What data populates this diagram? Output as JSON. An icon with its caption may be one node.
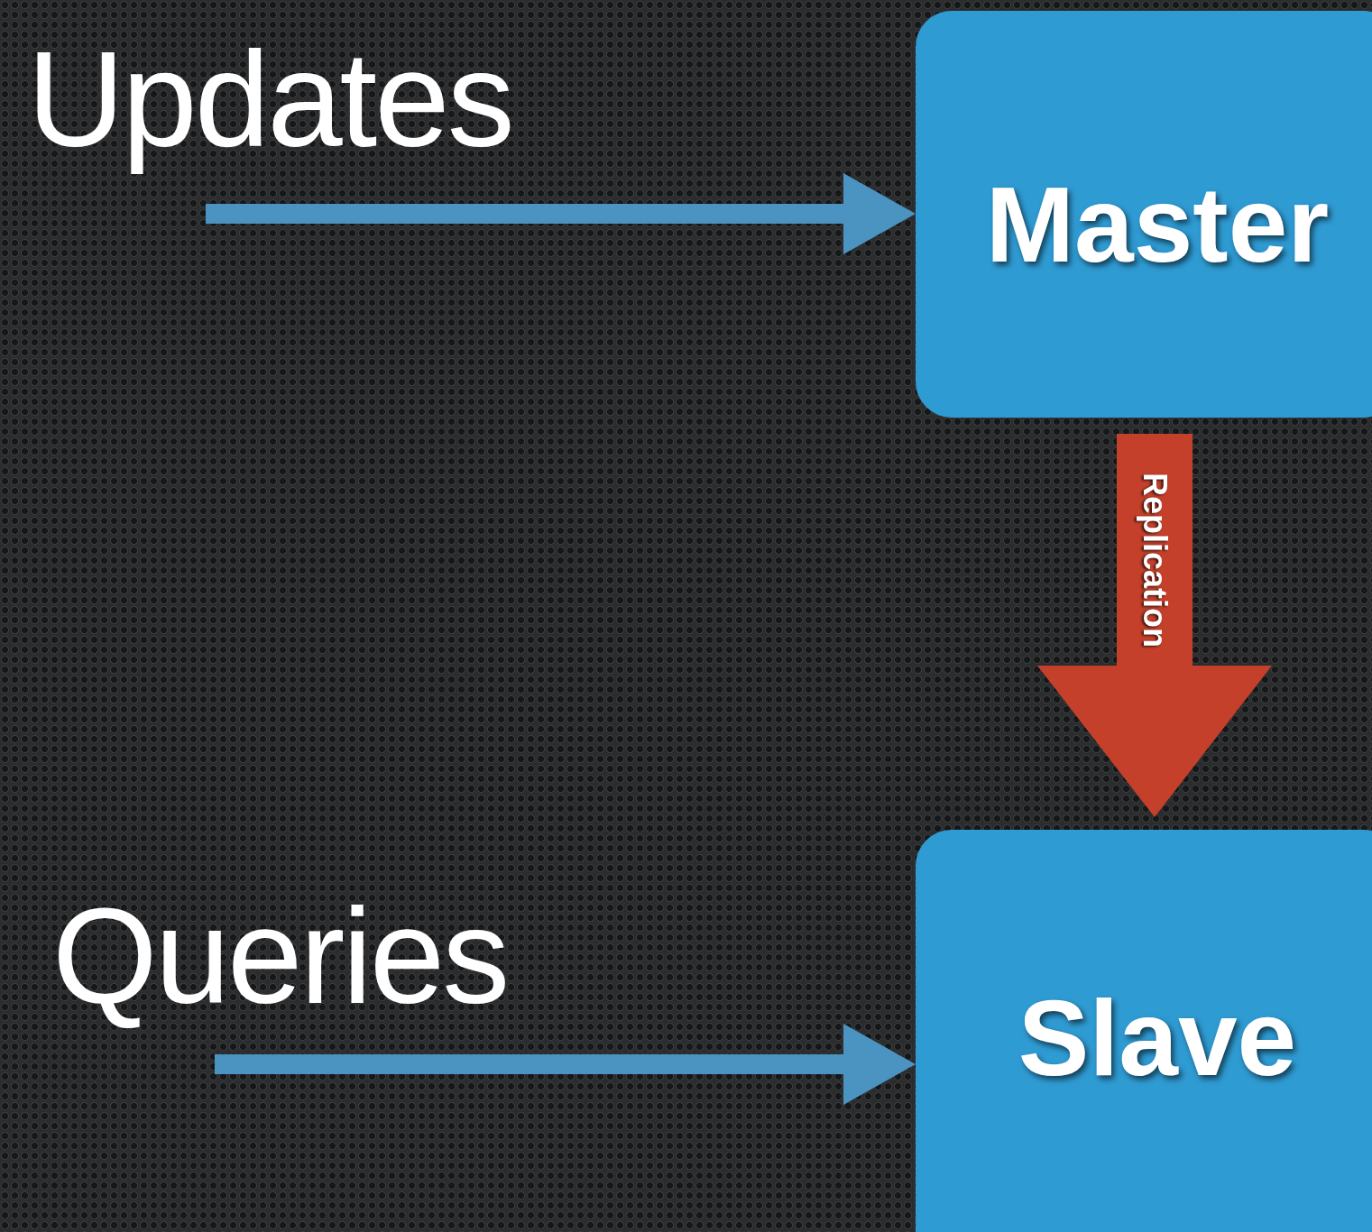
{
  "diagram": {
    "nodes": [
      {
        "text": [
          "Master"
        ]
      },
      {
        "text": [
          "Slave"
        ]
      }
    ],
    "edges": [
      {
        "from": null,
        "to": 0,
        "arrow": "to",
        "label": "Updates"
      },
      {
        "from": null,
        "to": 1,
        "arrow": "to",
        "label": "Queries"
      },
      {
        "from": 0,
        "to": 1,
        "arrow": "to",
        "label": "Replication",
        "style": "thick",
        "color": "#c4402b"
      }
    ]
  }
}
